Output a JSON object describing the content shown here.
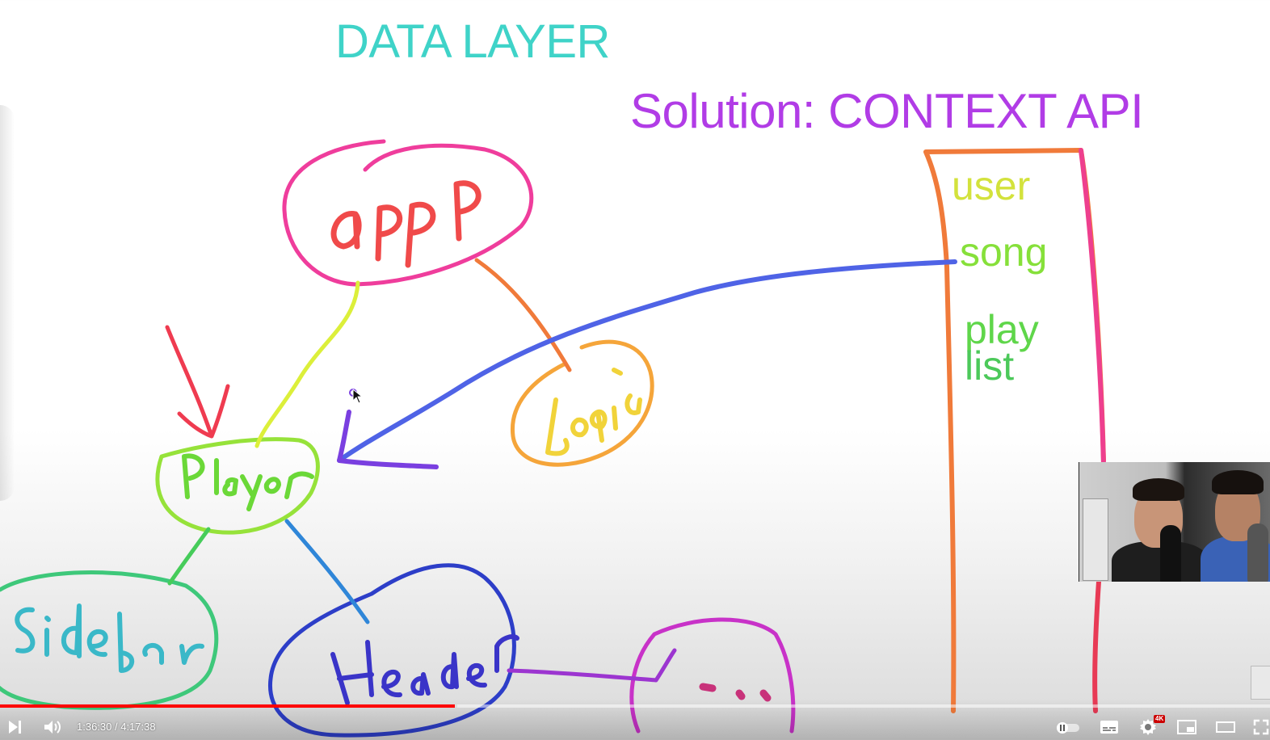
{
  "whiteboard": {
    "title": "DATA LAYER",
    "solution": "Solution: CONTEXT API",
    "store_items": [
      "user",
      "song",
      "play",
      "list"
    ]
  },
  "player": {
    "time": "1:36:30 / 4:17:38",
    "progress": 0.358,
    "buffered": 0.36,
    "quality_badge": "4K",
    "colors": {
      "progress": "#ff0000",
      "title": "#3fd3c8",
      "solution": "#b13ce6"
    },
    "icons": [
      "next-icon",
      "volume-icon",
      "autoplay-toggle-icon",
      "subtitles-icon",
      "settings-icon",
      "miniplayer-icon",
      "theater-icon",
      "fullscreen-icon"
    ]
  }
}
